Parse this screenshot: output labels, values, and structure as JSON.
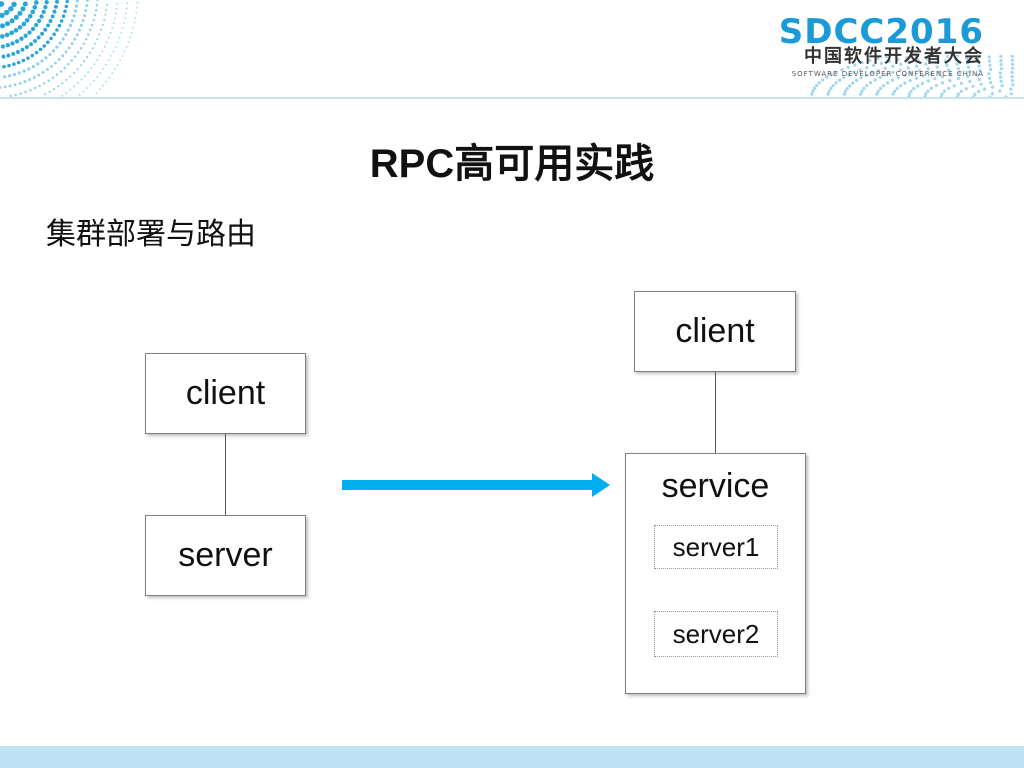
{
  "header": {
    "logo_main": "SDCC2016",
    "logo_sub": "中国软件开发者大会",
    "logo_en": "SOFTWARE DEVELOPER CONFERENCE CHINA"
  },
  "slide": {
    "title": "RPC高可用实践",
    "subtitle": "集群部署与路由"
  },
  "diagram": {
    "left": {
      "client": "client",
      "server": "server"
    },
    "right": {
      "client": "client",
      "service": "service",
      "server1": "server1",
      "server2": "server2"
    },
    "arrow_color": "#00aeef"
  },
  "colors": {
    "brand": "#1a9bd7",
    "footer": "#bfe3f5"
  }
}
